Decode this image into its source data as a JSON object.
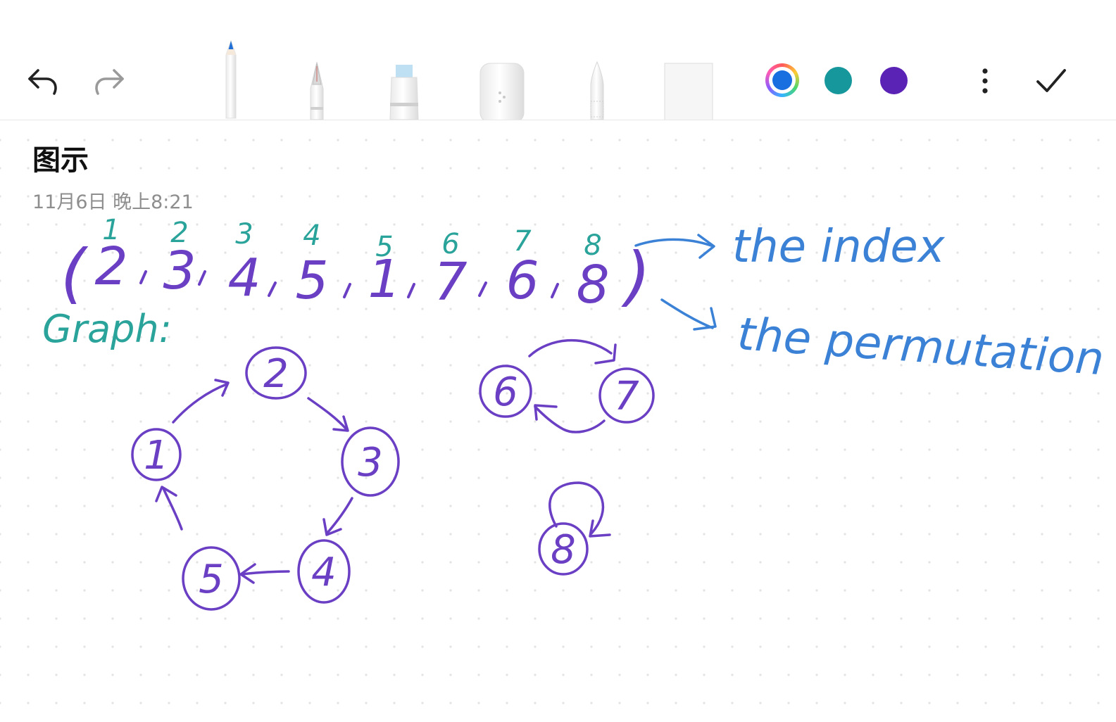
{
  "toolbar": {
    "undo_icon": "undo-arrow-icon",
    "redo_icon": "redo-arrow-icon",
    "tools": [
      "pencil-icon",
      "fountain-pen-icon",
      "highlighter-icon",
      "eraser-icon",
      "brush-pen-icon",
      "ruler-icon"
    ],
    "colors": {
      "selected": "#1a6fe0",
      "teal": "#16979b",
      "purple": "#5a23b5"
    },
    "more_icon": "more-vertical-icon",
    "done_icon": "checkmark-icon"
  },
  "note": {
    "title": "图示",
    "date": "11月6日 晚上8:21"
  },
  "drawing": {
    "index_numbers": [
      "1",
      "2",
      "3",
      "4",
      "5",
      "6",
      "7",
      "8"
    ],
    "permutation_open": "(",
    "permutation_values": [
      "2",
      "3",
      "4",
      "5",
      "1",
      "7",
      "6",
      "8"
    ],
    "permutation_close": ")",
    "label_index": "the index",
    "label_permutation": "the permutation",
    "graph_label": "Graph:",
    "cycle_a_nodes": [
      "1",
      "2",
      "3",
      "4",
      "5"
    ],
    "cycle_b_nodes": [
      "6",
      "7"
    ],
    "cycle_c_nodes": [
      "8"
    ],
    "ink_colors": {
      "purple": "#6a3fc4",
      "teal": "#2aa39a",
      "blue": "#3b82d6"
    }
  }
}
